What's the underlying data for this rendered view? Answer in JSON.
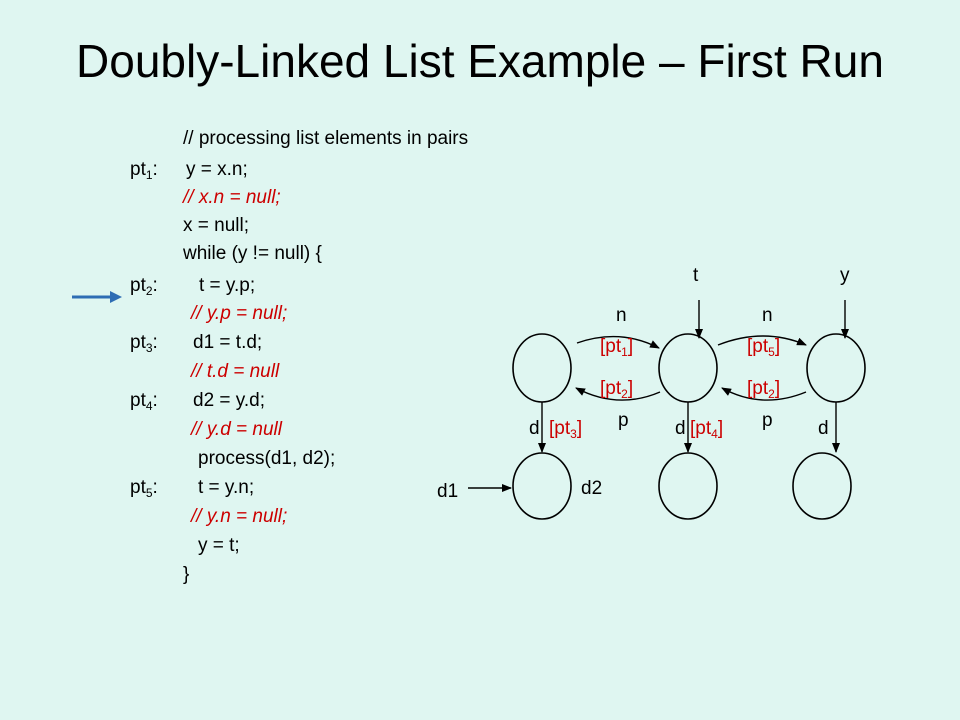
{
  "title": "Doubly-Linked List Example – First Run",
  "code": {
    "header_comment": "// processing list elements in pairs",
    "pt_label_prefix": "pt",
    "lines": [
      {
        "pt": "1",
        "text": "y = x.n;"
      },
      {
        "comment": "// x.n = null;"
      },
      {
        "text": "x = null;"
      },
      {
        "text": "while (y != null) {"
      },
      {
        "pt": "2",
        "text": "t = y.p;"
      },
      {
        "comment": "// y.p = null;"
      },
      {
        "pt": "3",
        "text": "d1 = t.d;"
      },
      {
        "comment": "// t.d = null"
      },
      {
        "pt": "4",
        "text": "d2 = y.d;"
      },
      {
        "comment": "// y.d = null"
      },
      {
        "text": "process(d1, d2);"
      },
      {
        "pt": "5",
        "text": "t = y.n;"
      },
      {
        "comment": "// y.n = null;"
      },
      {
        "text": "y = t;"
      },
      {
        "text": "}"
      }
    ],
    "current_line_arrow_color": "#2e6db4"
  },
  "diagram": {
    "pointer_labels": {
      "t": "t",
      "y": "y",
      "d1": "d1",
      "d2": "d2"
    },
    "edge_labels": {
      "n_left": "n",
      "n_right": "n",
      "p_left": "p",
      "p_right": "p",
      "d_left": "d",
      "d_middle": "d",
      "d_right": "d"
    },
    "annotations": {
      "pt_prefix": "[pt",
      "pt_suffix": "]",
      "n_left": "1",
      "p_left": "2",
      "n_right": "5",
      "p_right": "2",
      "d_left": "3",
      "d_middle": "4"
    },
    "colors": {
      "annotation": "#cc0000",
      "stroke": "#000000"
    }
  }
}
